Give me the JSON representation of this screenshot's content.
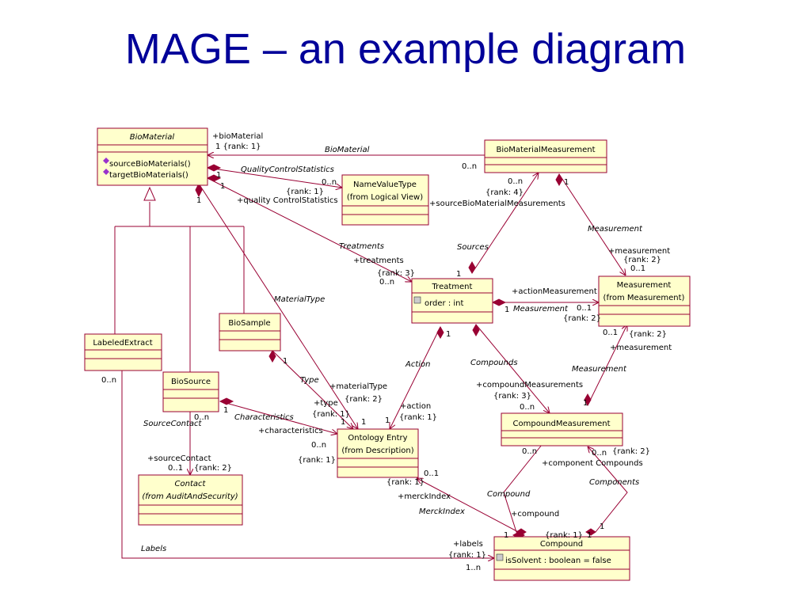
{
  "title": "MAGE – an example diagram",
  "classes": {
    "biomaterial": {
      "name": "BioMaterial",
      "ops": [
        "sourceBioMaterials()",
        "targetBioMaterials()"
      ]
    },
    "biomaterialmeasurement": {
      "name": "BioMaterialMeasurement"
    },
    "namevaluetype": {
      "name": "NameValueType",
      "from": "(from Logical View)"
    },
    "treatment": {
      "name": "Treatment",
      "attr": "order : int"
    },
    "measurement": {
      "name": "Measurement",
      "from": "(from Measurement)"
    },
    "labeledextract": {
      "name": "LabeledExtract"
    },
    "biosample": {
      "name": "BioSample"
    },
    "biosource": {
      "name": "BioSource"
    },
    "ontologyentry": {
      "name": "Ontology Entry",
      "from": "(from Description)"
    },
    "compoundmeasurement": {
      "name": "CompoundMeasurement"
    },
    "contact": {
      "name": "Contact",
      "from": "(from AuditAndSecurity)"
    },
    "compound": {
      "name": "Compound",
      "attr": "isSolvent : boolean = false"
    }
  },
  "labels": {
    "bm_role": "+bioMaterial",
    "bm_rank": "1 {rank: 1}",
    "bm_assoc": "BioMaterial",
    "bmm_0n": "0..n",
    "qcs_assoc": "QualityControlStatistics",
    "qcs_1": "1",
    "qcs_0n": "0..n",
    "qcs_rank": "{rank: 1}",
    "qcs_role": "+quality ControlStatistics",
    "one_a": "1",
    "one_b": "1",
    "src_role": "+sourceBioMaterialMeasurements",
    "src_0n": "0..n",
    "src_rank": "{rank: 4}",
    "bmm_1": "1",
    "sources_assoc": "Sources",
    "meas_assoc1": "Measurement",
    "meas_role1": "+measurement",
    "meas_rank1": "{rank: 2}",
    "meas_01a": "0..1",
    "treat_assoc": "Treatments",
    "treat_role": "+treatments",
    "treat_rank": "{rank: 3}",
    "treat_0n": "0..n",
    "treat_1": "1",
    "am_role": "+actionMeasurement",
    "am_assoc": "Measurement",
    "am_1": "1",
    "am_01": "0..1",
    "am_rank": "{rank: 2}",
    "mt_assoc": "MaterialType",
    "ml_01": "0..1",
    "ml_rank": "{rank: 2}",
    "ml_role": "+measurement",
    "cm_meas_assoc": "Measurement",
    "type_assoc": "Type",
    "bs_1": "1",
    "mt_role": "+materialType",
    "mt_rank": "{rank: 2}",
    "type_role": "+type",
    "type_rank": "{rank: 1}",
    "action_assoc": "Action",
    "action_role": "+action",
    "action_rank": "{rank: 1}",
    "treat_1b": "1",
    "oe_1a": "1",
    "oe_1b": "1",
    "oe_1c": "1",
    "compounds_assoc": "Compounds",
    "cmp_meas_role": "+compoundMeasurements",
    "cmp_meas_rank": "{rank: 3}",
    "cmp_meas_0n": "0..n",
    "cm_1": "1",
    "le_0n": "0..n",
    "bsrc_1": "1",
    "char_assoc": "Characteristics",
    "char_role": "+characteristics",
    "char_0n": "0..n",
    "oe_rank": "{rank: 1}",
    "sc_assoc": "SourceContact",
    "sc_0n": "0..n",
    "sc_role": "+sourceContact",
    "sc_01": "0..1",
    "sc_rank": "{rank: 2}",
    "mi_01": "0..1",
    "mi_rank": "{rank: 1}",
    "mi_role": "+merckIndex",
    "mi_assoc": "MerckIndex",
    "cmpd_0n": "0..n",
    "cmpd_role": "+component Compounds",
    "cmpd_0n2": "0..n",
    "cmpd_rank": "{rank: 2}",
    "compound_assoc": "Compound",
    "components_assoc": "Components",
    "compound_role": "+compound",
    "c_rank": "{rank: 1}",
    "c_1a": "1",
    "c_1b": "1",
    "c_1c": "1",
    "labels_assoc": "Labels",
    "labels_role": "+labels",
    "labels_rank": "{rank: 1}",
    "labels_1n": "1..n"
  }
}
